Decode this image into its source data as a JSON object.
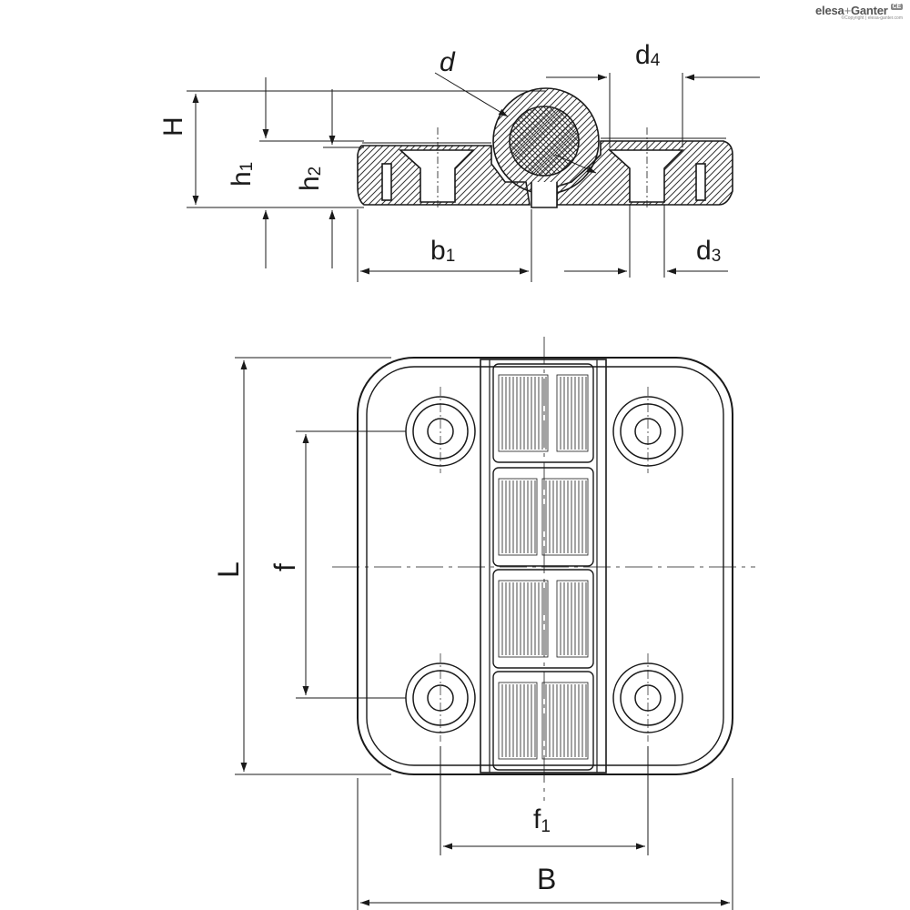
{
  "brand": {
    "name_part1": "elesa",
    "name_plus": "+",
    "name_part2": "Ganter",
    "copyright": "©Copyright | elesa-ganter.com",
    "mark": "CE"
  },
  "labels": {
    "d": "d",
    "d4_main": "d",
    "d4_sub": "4",
    "H": "H",
    "h1_main": "h",
    "h1_sub": "1",
    "h2_main": "h",
    "h2_sub": "2",
    "b1_main": "b",
    "b1_sub": "1",
    "d3_main": "d",
    "d3_sub": "3",
    "L": "L",
    "f": "f",
    "f1_main": "f",
    "f1_sub": "1",
    "B": "B"
  },
  "colors": {
    "line": "#1a1a1a",
    "hatch": "#333333"
  }
}
